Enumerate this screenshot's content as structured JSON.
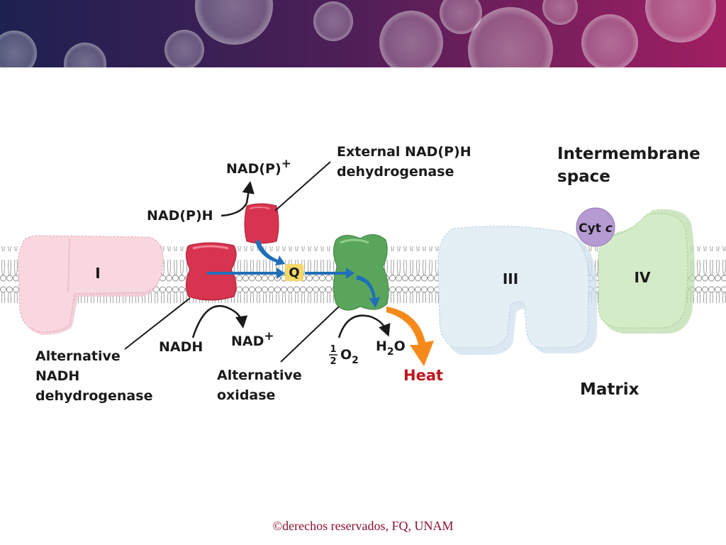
{
  "labels": {
    "complex_I": "I",
    "complex_III": "III",
    "complex_IV": "IV",
    "quinone": "Q",
    "cyt_c_prefix": "Cyt ",
    "cyt_c_suffix": "c",
    "intermembrane_line1": "Intermembrane",
    "intermembrane_line2": "space",
    "matrix": "Matrix",
    "external_line1": "External NAD(P)H",
    "external_line2": "dehydrogenase",
    "nadp_plus_base": "NAD(P)",
    "nadp_plus_sup": "+",
    "nadph": "NAD(P)H",
    "nadh": "NADH",
    "nad_plus_base": "NAD",
    "nad_plus_sup": "+",
    "alt_nadh_line1": "Alternative",
    "alt_nadh_line2": "NADH",
    "alt_nadh_line3": "dehydrogenase",
    "alt_oxidase_line1": "Alternative",
    "alt_oxidase_line2": "oxidase",
    "half_num": "1",
    "half_den": "2",
    "o2_base": "O",
    "o2_sub": "2",
    "h2o_h": "H",
    "h2o_sub": "2",
    "h2o_o": "O",
    "heat": "Heat"
  },
  "footer": {
    "copyright": "©derechos reservados, FQ, UNAM"
  },
  "colors": {
    "banner_dark": "#1d2150",
    "banner_mid": "#5a1f58",
    "banner_light": "#9c1e63",
    "complex_I": "#f7d3dc",
    "complex_III": "#dce9f1",
    "complex_IV": "#cfe6c0",
    "alt_dehydrogenase": "#d8344f",
    "alt_oxidase": "#5aa55c",
    "cyt_c": "#b69bd3",
    "quinone": "#f5d86a",
    "electron_arrow": "#1f6fba",
    "heat_arrow": "#f58a1a",
    "heat_text": "#c0141e"
  }
}
